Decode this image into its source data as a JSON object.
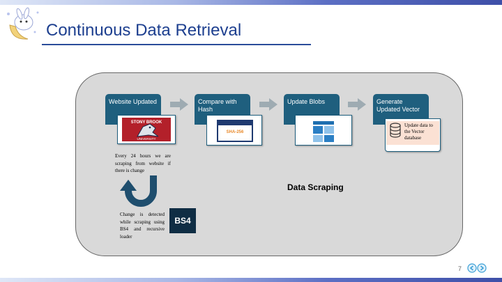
{
  "slide": {
    "title": "Continuous Data Retrieval",
    "page_number": "7"
  },
  "steps": [
    {
      "label": "Website Updated"
    },
    {
      "label": "Compare with Hash",
      "thumb_text": "SHA-256"
    },
    {
      "label": "Update Blobs"
    },
    {
      "label": "Generate Updated Vector",
      "thumb_text": "Update data to the Vector database"
    }
  ],
  "logo": {
    "top_text": "STONY BROOK",
    "bottom_text": "UNIVERSITY"
  },
  "notes": {
    "schedule": "Every 24 hours we are scraping from website if there is change",
    "detection": "Change is detected while scraping using BS4 and recursive loader",
    "bs4_badge": "BS4"
  },
  "center_label": "Data Scraping",
  "colors": {
    "step_header": "#1f5f7e",
    "panel": "#d9d9d9",
    "title": "#1d3f8f",
    "logo_red": "#b3202a",
    "arrow": "#9eabb2",
    "sha_orange": "#e8892a"
  },
  "icons": [
    "mascot-icon",
    "arrow-right-icon",
    "u-turn-arrow-icon",
    "database-icon",
    "blob-grid-icon",
    "nav-prev-icon",
    "nav-next-icon"
  ]
}
